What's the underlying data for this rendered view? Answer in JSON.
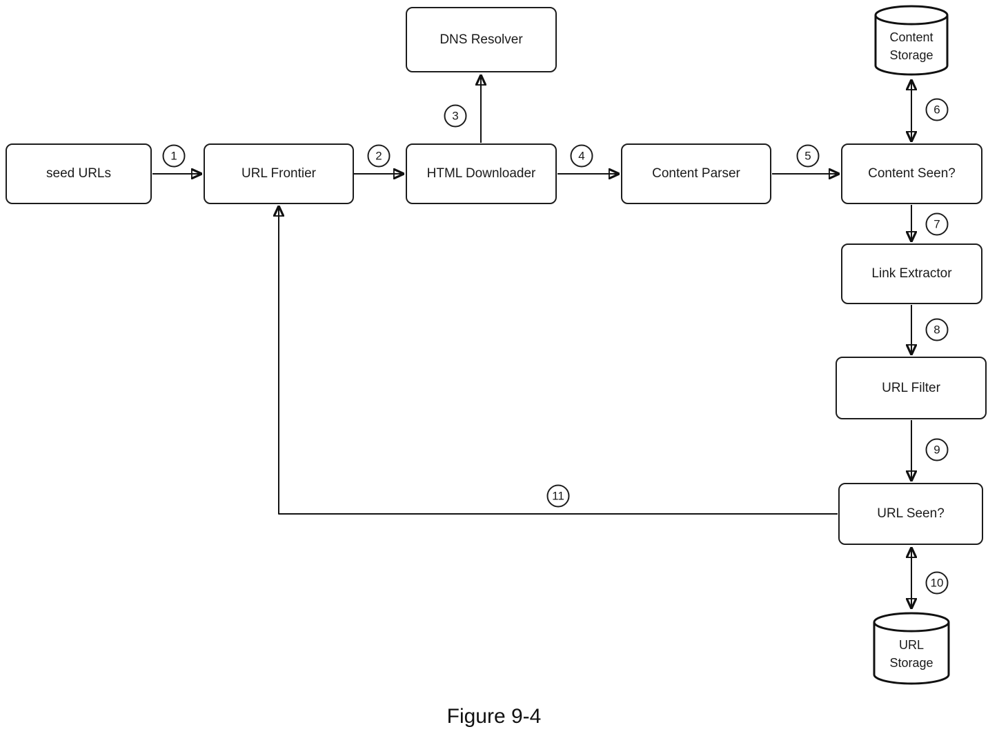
{
  "figure": {
    "caption": "Figure 9-4"
  },
  "nodes": [
    {
      "id": "seed-urls",
      "label": "seed URLs",
      "shape": "box"
    },
    {
      "id": "url-frontier",
      "label": "URL Frontier",
      "shape": "box"
    },
    {
      "id": "dns-resolver",
      "label": "DNS Resolver",
      "shape": "box"
    },
    {
      "id": "html-downloader",
      "label": "HTML Downloader",
      "shape": "box"
    },
    {
      "id": "content-parser",
      "label": "Content Parser",
      "shape": "box"
    },
    {
      "id": "content-seen",
      "label": "Content Seen?",
      "shape": "box"
    },
    {
      "id": "content-storage",
      "label": "Content Storage",
      "shape": "cylinder"
    },
    {
      "id": "link-extractor",
      "label": "Link Extractor",
      "shape": "box"
    },
    {
      "id": "url-filter",
      "label": "URL Filter",
      "shape": "box"
    },
    {
      "id": "url-seen",
      "label": "URL Seen?",
      "shape": "box"
    },
    {
      "id": "url-storage",
      "label": "URL Storage",
      "shape": "cylinder"
    }
  ],
  "edges": [
    {
      "step": "1",
      "from": "seed-urls",
      "to": "url-frontier",
      "direction": "right"
    },
    {
      "step": "2",
      "from": "url-frontier",
      "to": "html-downloader",
      "direction": "right"
    },
    {
      "step": "3",
      "from": "html-downloader",
      "to": "dns-resolver",
      "direction": "up"
    },
    {
      "step": "4",
      "from": "html-downloader",
      "to": "content-parser",
      "direction": "right"
    },
    {
      "step": "5",
      "from": "content-parser",
      "to": "content-seen",
      "direction": "right"
    },
    {
      "step": "6",
      "from": "content-seen",
      "to": "content-storage",
      "direction": "bidirectional"
    },
    {
      "step": "7",
      "from": "content-seen",
      "to": "link-extractor",
      "direction": "down"
    },
    {
      "step": "8",
      "from": "link-extractor",
      "to": "url-filter",
      "direction": "down"
    },
    {
      "step": "9",
      "from": "url-filter",
      "to": "url-seen",
      "direction": "down"
    },
    {
      "step": "10",
      "from": "url-seen",
      "to": "url-storage",
      "direction": "bidirectional"
    },
    {
      "step": "11",
      "from": "url-seen",
      "to": "url-frontier",
      "direction": "left-then-up"
    }
  ],
  "colors": {
    "background": "#ffffff",
    "stroke": "#111111",
    "text": "#1a1a1a"
  }
}
